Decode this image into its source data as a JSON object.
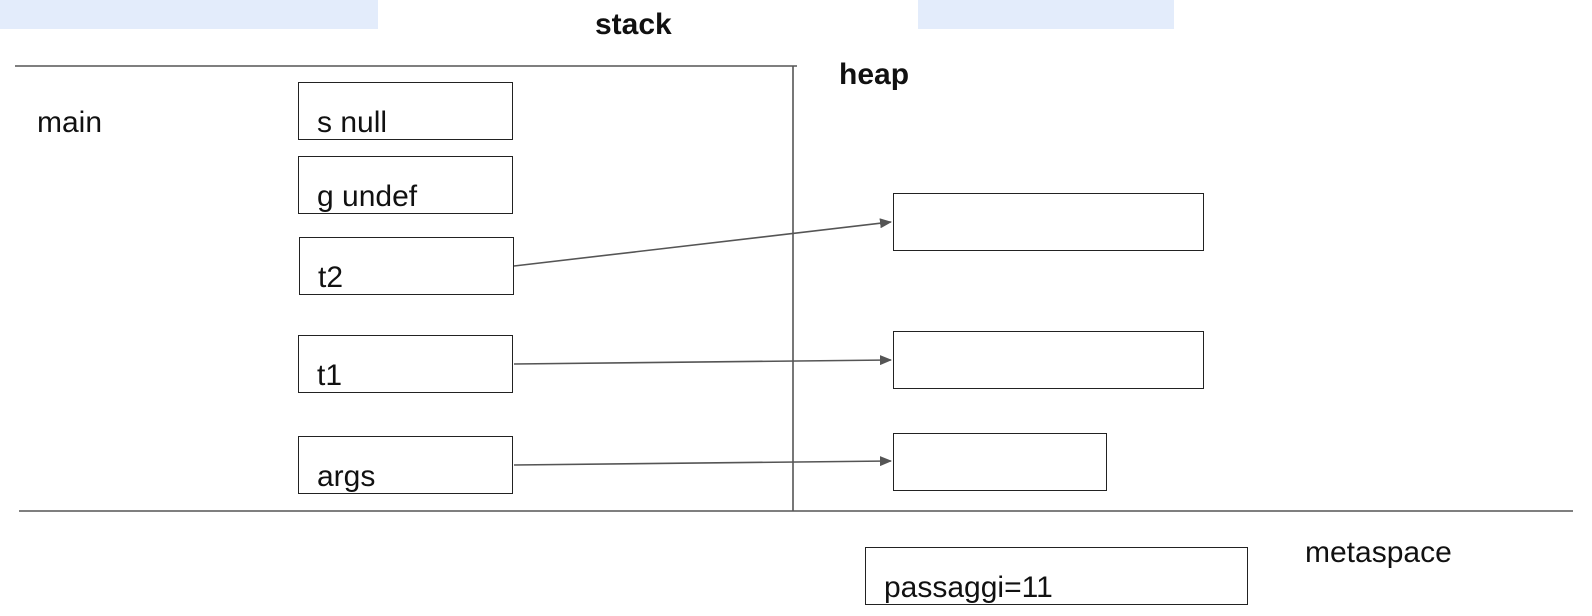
{
  "titles": {
    "stack": "stack",
    "heap": "heap",
    "metaspace": "metaspace"
  },
  "frame": {
    "name": "main"
  },
  "stack_vars": [
    {
      "label": "s  null"
    },
    {
      "label": "g  undef"
    },
    {
      "label": "t2"
    },
    {
      "label": "t1"
    },
    {
      "label": "args"
    }
  ],
  "metaspace_vars": [
    {
      "label": "passaggi=11"
    }
  ],
  "references": [
    {
      "from": "t2",
      "to": "heap-object-1"
    },
    {
      "from": "t1",
      "to": "heap-object-2"
    },
    {
      "from": "args",
      "to": "heap-object-3"
    }
  ],
  "colors": {
    "line": "#555555",
    "box_border": "#222222",
    "band": "#e3ecfb"
  }
}
